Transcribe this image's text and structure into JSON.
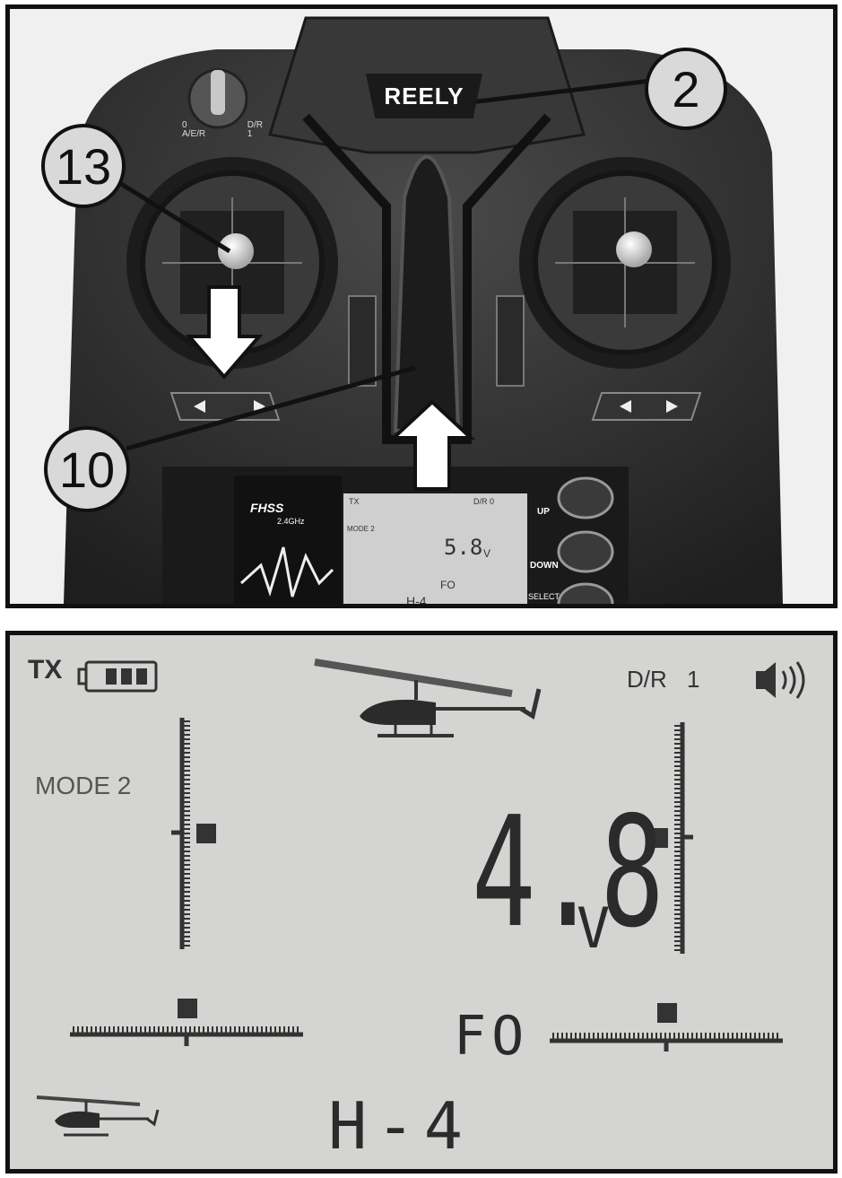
{
  "photo": {
    "brand": "REELY",
    "callouts": [
      "2",
      "13",
      "10"
    ],
    "switch_labels": {
      "left": "0\nA/E/R",
      "right": "D/R\n1"
    },
    "fhss": "FHSS",
    "frequency": "2.4GHz",
    "buttons": {
      "up": "UP",
      "down": "DOWN",
      "select": "SELECT"
    },
    "mini_lcd": {
      "tx": "TX",
      "dr": "D/R 0",
      "mode": "MODE 2",
      "voltage": "5.8",
      "unit": "V",
      "fo": "FO",
      "model": "H-4"
    }
  },
  "lcd": {
    "tx_label": "TX",
    "dr_label": "D/R",
    "dr_value": "1",
    "mode_label": "MODE 2",
    "voltage": "4.8",
    "voltage_unit": "V",
    "flight_mode": "FO",
    "model_name": "H-4",
    "battery_bars": 3,
    "icons": [
      "battery-icon",
      "helicopter-icon",
      "speaker-icon",
      "small-helicopter-icon"
    ]
  }
}
